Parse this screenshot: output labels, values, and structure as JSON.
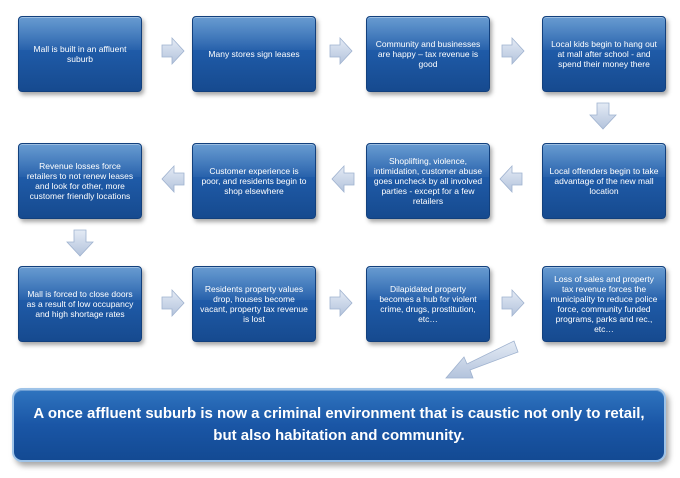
{
  "rows": [
    {
      "boxes": [
        {
          "text": "Mall is built in an affluent suburb"
        },
        {
          "text": "Many stores sign leases"
        },
        {
          "text": "Community and businesses are happy – tax revenue is good"
        },
        {
          "text": "Local kids begin to hang out at mall after school - and spend their money there"
        }
      ]
    },
    {
      "boxes": [
        {
          "text": "Revenue losses force retailers to not renew leases and look for other, more customer friendly locations"
        },
        {
          "text": "Customer experience is poor, and residents begin to shop elsewhere"
        },
        {
          "text": "Shoplifting, violence, intimidation, customer abuse goes uncheck by all involved parties - except for a few retailers"
        },
        {
          "text": "Local offenders begin to take advantage of the new mall location"
        }
      ]
    },
    {
      "boxes": [
        {
          "text": "Mall is forced to close doors as a result of low occupancy and high shortage rates"
        },
        {
          "text": "Residents property values drop, houses become vacant, property tax revenue is lost"
        },
        {
          "text": "Dilapidated property becomes a hub for violent crime, drugs, prostitution, etc…"
        },
        {
          "text": "Loss of sales and property tax revenue forces the municipality to reduce police force, community funded programs, parks and rec., etc…"
        }
      ]
    }
  ],
  "conclusion": "A once affluent suburb is now a criminal environment that is caustic not only to retail, but also habitation and community.",
  "colors": {
    "box_fill": "#1f5ba8",
    "arrow_fill": "#c6d3e6",
    "text": "#ffffff"
  }
}
